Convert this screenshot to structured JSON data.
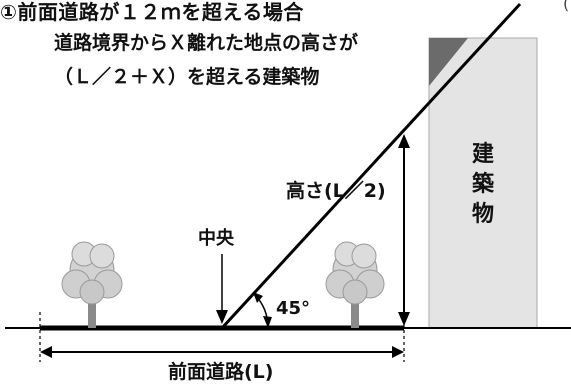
{
  "title": "①前面道路が１２ｍを超える場合",
  "subtitle_line1": "道路境界からＸ離れた地点の高さが",
  "subtitle_line2": "（Ｌ／２＋Ｘ）を超える建築物",
  "corner_fragment": "(",
  "building_label": [
    "建",
    "築",
    "物"
  ],
  "height_label": "高さ(L／2)",
  "center_label": "中央",
  "angle_label": "45°",
  "road_label": "前面道路(L)",
  "colors": {
    "building_fill": "#e4e4e4",
    "building_roof": "#6b6b6b",
    "tree_foliage": "#cfcfcf",
    "tree_trunk": "#8a8a8a",
    "line": "#000000"
  }
}
